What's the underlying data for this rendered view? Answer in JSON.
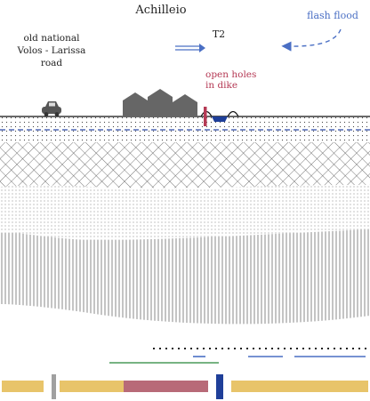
{
  "labels": {
    "title": "Achilleio",
    "road_line1": "old national",
    "road_line2": "Volos - Larissa",
    "road_line3": "road",
    "station": "T2",
    "flood": "flash flood",
    "holes_line1": "open holes",
    "holes_line2": "in dike"
  },
  "colors": {
    "text_dark": "#222222",
    "blue_accent": "#4a6fc4",
    "red_accent": "#b53a55",
    "water_blue": "#1f3f99",
    "yellow_band": "#e8c46a",
    "mauve_band": "#b86a78",
    "gray_bar": "#a0a0a0",
    "green_line": "#4a9a5a",
    "layer_lines": "#333333"
  },
  "icons": [
    "car-icon",
    "house-icon",
    "arrow-icon",
    "dike-marker-icon"
  ]
}
